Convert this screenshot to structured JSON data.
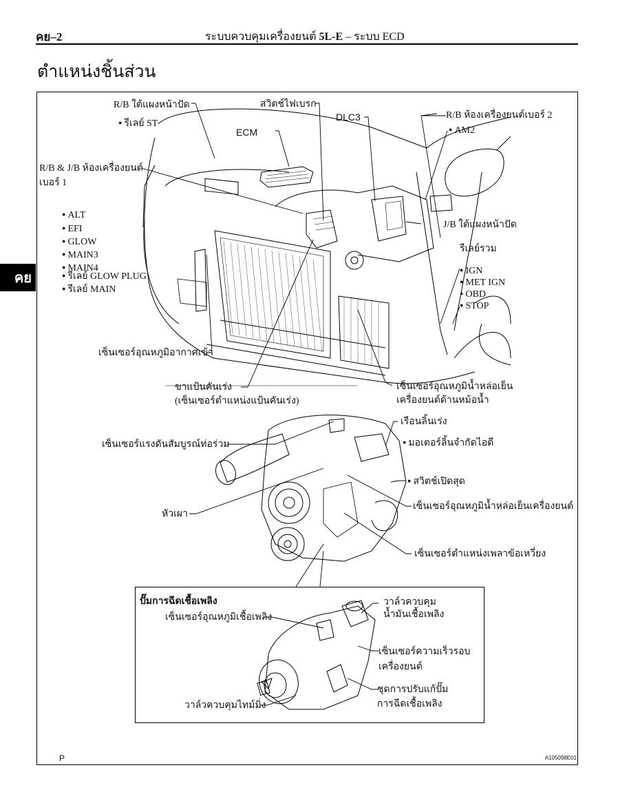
{
  "header": {
    "section_code": "คย–2",
    "title_prefix": "ระบบควบคุมเครื่องยนต์",
    "engine_model": "5L-E",
    "separator": "–",
    "title_suffix": "ระบบ ECD"
  },
  "page_title": "ตำแหน่งชิ้นส่วน",
  "side_tab": "คย",
  "vehicle_diagram": {
    "labels": {
      "rb_under_dash": "R/B ใต้แผงหน้าปัด",
      "relay_st": "รีเลย์ ST",
      "brake_light_switch": "สวิตช์ไฟเบรก",
      "ecm": "ECM",
      "dlc3": "DLC3",
      "rb_engine_room_2": "R/B ห้องเครื่องยนต์เบอร์ 2",
      "am2": "AM2",
      "rb_jb_engine_room_1_line1": "R/B & J/B ห้องเครื่องยนต์",
      "rb_jb_engine_room_1_line2": "เบอร์ 1",
      "jb_under_dash": "J/B ใต้แผงหน้าปัด",
      "integration_relay": "รีเลย์รวม",
      "intake_air_temp_sensor": "เซ็นเซอร์อุณหภูมิอากาศเข้า",
      "accel_pedal_line1": "ขาแป้นคันเร่ง",
      "accel_pedal_line2": "(เซ็นเซอร์ตำแหน่งแป้นคันเร่ง)",
      "coolant_temp_radiator_line1": "เซ็นเซอร์อุณหภูมิน้ำหล่อเย็น",
      "coolant_temp_radiator_line2": "เครื่องยนต์ด้านหม้อน้ำ"
    },
    "rb_jb_1_items": [
      "ALT",
      "EFI",
      "GLOW",
      "MAIN3",
      "MAIN4",
      "รีเลย์ GLOW PLUG",
      "รีเลย์ MAIN"
    ],
    "integration_relay_items": [
      "IGN",
      "MET IGN",
      "OBD",
      "STOP"
    ]
  },
  "engine_diagram": {
    "labels": {
      "throttle_body": "เรือนลิ้นเร่ง",
      "idle_limit_motor": "มอเตอร์ลิ้นจำกัดไอดี",
      "full_open_switch": "สวิตช์เปิดสุด",
      "manifold_pressure_sensor": "เซ็นเซอร์แรงดันสัมบูรณ์ท่อร่วม",
      "glow_plug": "หัวเผา",
      "engine_coolant_temp_sensor": "เซ็นเซอร์อุณหภูมิน้ำหล่อเย็นเครื่องยนต์",
      "crankshaft_position_sensor": "เซ็นเซอร์ตำแหน่งเพลาข้อเหวี่ยง"
    }
  },
  "pump_inset": {
    "title": "ปั๊มการฉีดเชื้อเพลิง",
    "labels": {
      "fuel_temp_sensor": "เซ็นเซอร์อุณหภูมิเชื้อเพลิง",
      "spill_valve_line1": "วาล์วควบคุม",
      "spill_valve_line2": "น้ำมันเชื้อเพลิง",
      "engine_speed_sensor_line1": "เซ็นเซอร์ความเร็วรอบ",
      "engine_speed_sensor_line2": "เครื่องยนต์",
      "correction_unit_line1": "ชุดการปรับแก้ปั๊ม",
      "correction_unit_line2": "การฉีดเชื้อเพลิง",
      "timing_control_valve": "วาล์วควบคุมไทม์มิ่ง"
    }
  },
  "footer": {
    "page_marker": "P",
    "figure_ref": "A105098E01"
  }
}
